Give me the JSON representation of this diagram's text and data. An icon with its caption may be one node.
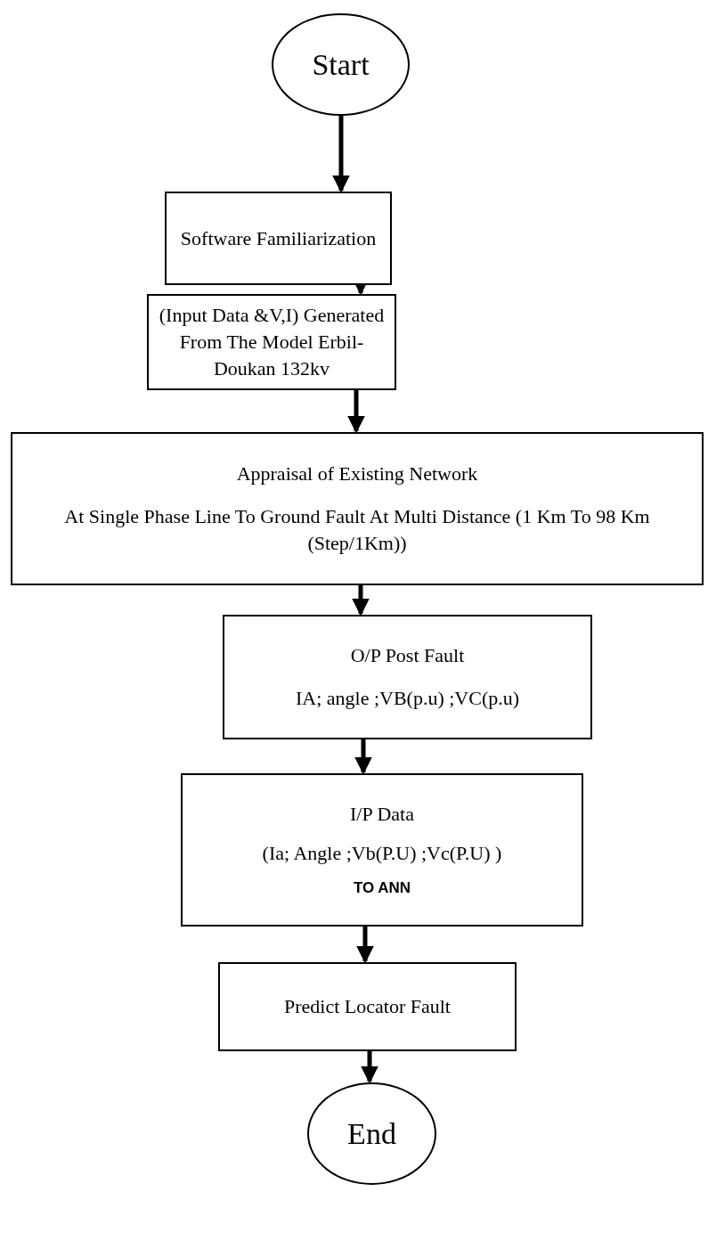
{
  "diagram": {
    "nodes": [
      {
        "text": [
          "Start"
        ]
      },
      {
        "text": [
          "Software Familiarization"
        ]
      },
      {
        "text": [
          "(Input Data &V,I) Generated From The Model Erbil-Doukan 132kv"
        ]
      },
      {
        "text": [
          "Appraisal of Existing Network",
          "At Single Phase Line To Ground Fault At Multi Distance (1 Km To 98 Km (Step/1Km))"
        ]
      },
      {
        "text": [
          "O/P Post Fault",
          "IA; angle ;VB(p.u) ;VC(p.u)"
        ]
      },
      {
        "text": [
          "I/P Data",
          "(Ia; Angle ;Vb(P.U) ;Vc(P.U) )",
          "TO ANN"
        ]
      },
      {
        "text": [
          "Predict Locator Fault"
        ]
      },
      {
        "text": [
          "End"
        ]
      }
    ],
    "edges": [
      {
        "from": 0,
        "to": 1,
        "arrow": "to"
      },
      {
        "from": 1,
        "to": 2,
        "arrow": "to"
      },
      {
        "from": 2,
        "to": 3,
        "arrow": "to"
      },
      {
        "from": 3,
        "to": 4,
        "arrow": "to"
      },
      {
        "from": 4,
        "to": 5,
        "arrow": "to"
      },
      {
        "from": 5,
        "to": 6,
        "arrow": "to"
      },
      {
        "from": 6,
        "to": 7,
        "arrow": "to"
      }
    ]
  }
}
